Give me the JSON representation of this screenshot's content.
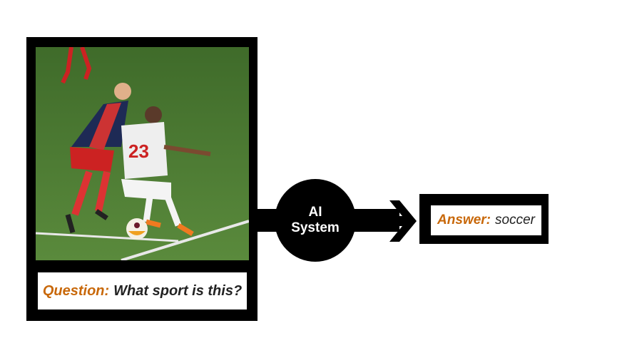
{
  "question": {
    "label": "Question:",
    "text": "What sport is this?"
  },
  "system": {
    "line1": "AI",
    "line2": "System"
  },
  "answer": {
    "label": "Answer:",
    "text": "soccer"
  },
  "colors": {
    "accent": "#c8680a",
    "frame": "#000000",
    "field": "#4f7a35"
  }
}
